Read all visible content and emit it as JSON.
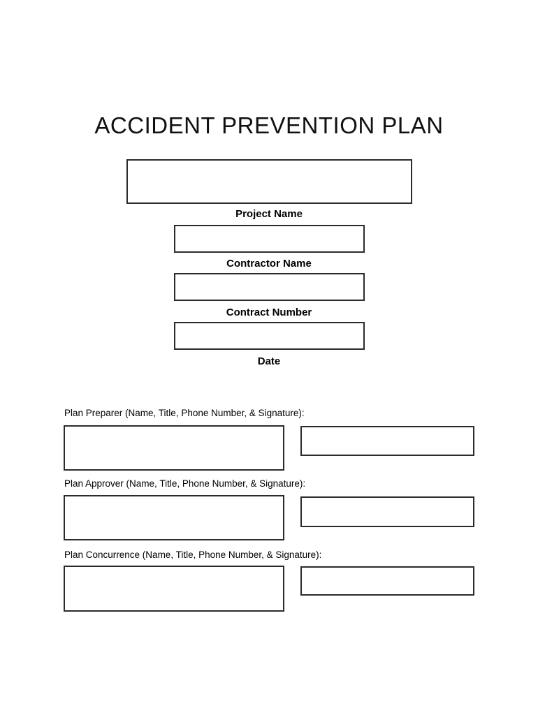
{
  "page": {
    "title": "ACCIDENT PREVENTION PLAN"
  },
  "header_fields": [
    {
      "label": "Project Name",
      "value": ""
    },
    {
      "label": "Contractor Name",
      "value": ""
    },
    {
      "label": "Contract Number",
      "value": ""
    },
    {
      "label": "Date",
      "value": ""
    }
  ],
  "signature_sections": [
    {
      "label": "Plan Preparer (Name, Title, Phone Number, & Signature):",
      "info_value": "",
      "signature_value": ""
    },
    {
      "label": "Plan Approver (Name, Title, Phone Number, & Signature):",
      "info_value": "",
      "signature_value": ""
    },
    {
      "label": "Plan Concurrence (Name, Title, Phone Number, & Signature):",
      "info_value": "",
      "signature_value": ""
    }
  ],
  "colors": {
    "background": "#ffffff",
    "border": "#2b2b2b",
    "text": "#000000"
  }
}
